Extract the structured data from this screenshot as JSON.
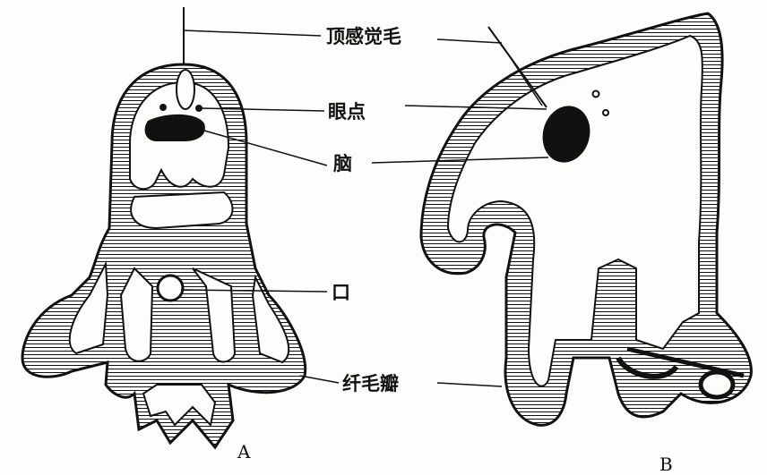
{
  "labels": {
    "apical_sensory_cilia": "顶感觉毛",
    "eye_spot": "眼点",
    "brain": "脑",
    "mouth": "口",
    "ciliated_lobe": "纤毛瓣"
  },
  "subfigures": {
    "a": "A",
    "b": "B"
  },
  "colors": {
    "ink": "#111111",
    "paper": "#fdfdfb"
  }
}
